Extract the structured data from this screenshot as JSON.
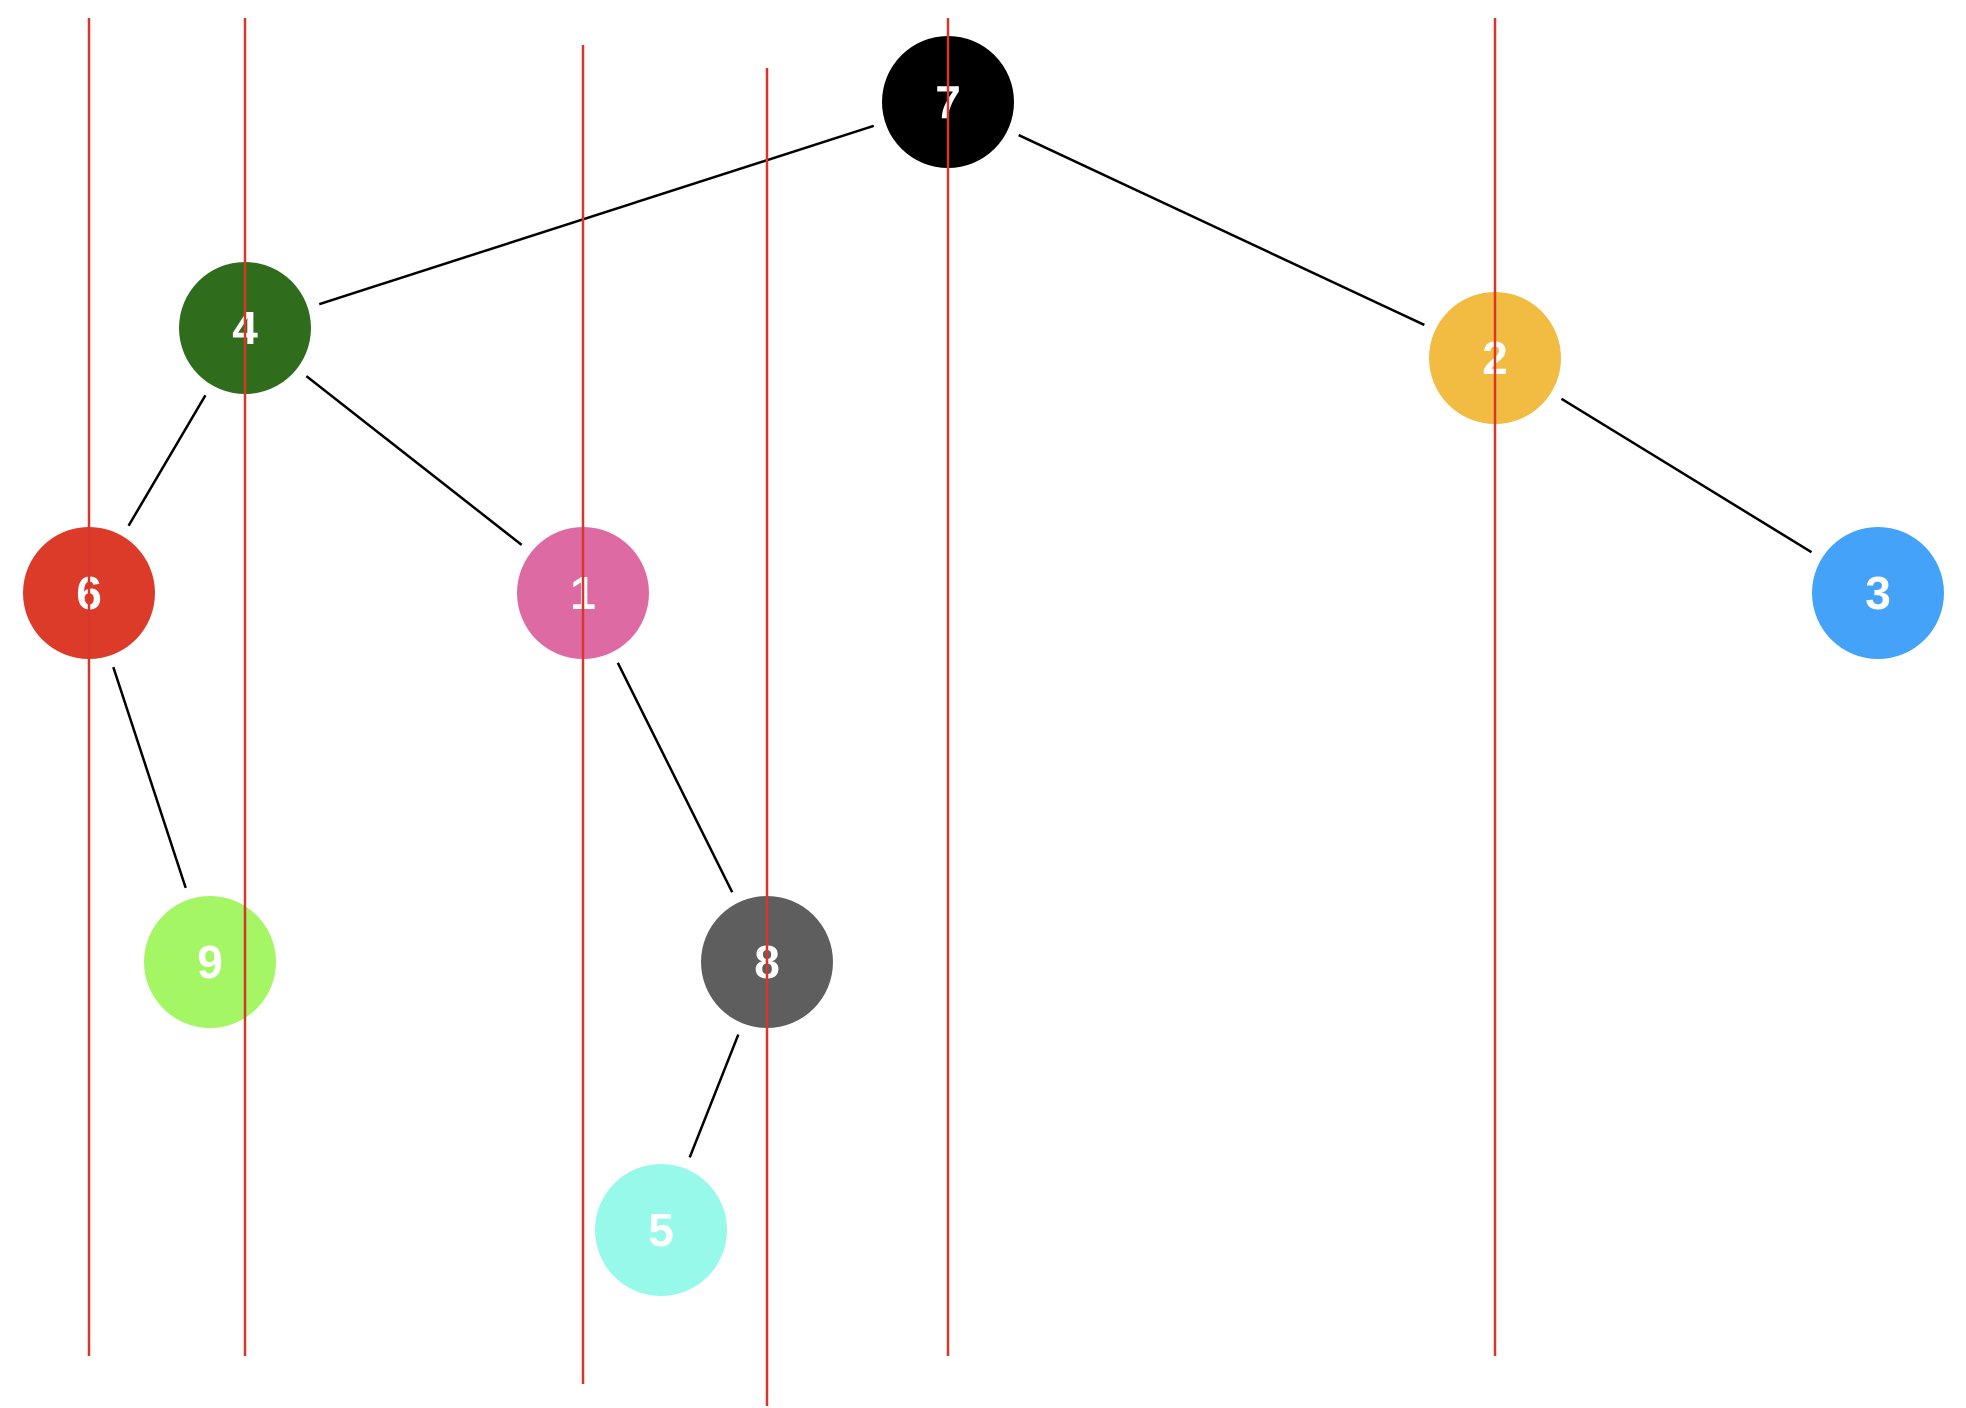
{
  "nodes": [
    {
      "id": "7",
      "label": "7",
      "color": "#000000"
    },
    {
      "id": "4",
      "label": "4",
      "color": "#2f6d1d"
    },
    {
      "id": "2",
      "label": "2",
      "color": "#f2bb41"
    },
    {
      "id": "6",
      "label": "6",
      "color": "#db3b28"
    },
    {
      "id": "1",
      "label": "1",
      "color": "#de6aa4"
    },
    {
      "id": "3",
      "label": "3",
      "color": "#44a2f8"
    },
    {
      "id": "9",
      "label": "9",
      "color": "#a5f664"
    },
    {
      "id": "8",
      "label": "8",
      "color": "#5e5e5e"
    },
    {
      "id": "5",
      "label": "5",
      "color": "#97f9e9"
    }
  ],
  "edges": [
    {
      "from": "7",
      "to": "4"
    },
    {
      "from": "7",
      "to": "2"
    },
    {
      "from": "4",
      "to": "6"
    },
    {
      "from": "4",
      "to": "1"
    },
    {
      "from": "2",
      "to": "3"
    },
    {
      "from": "6",
      "to": "9"
    },
    {
      "from": "1",
      "to": "8"
    },
    {
      "from": "8",
      "to": "5"
    }
  ],
  "guide_line_color": "#d6372a",
  "edge_color": "#000000",
  "label_color": "#ffffff"
}
